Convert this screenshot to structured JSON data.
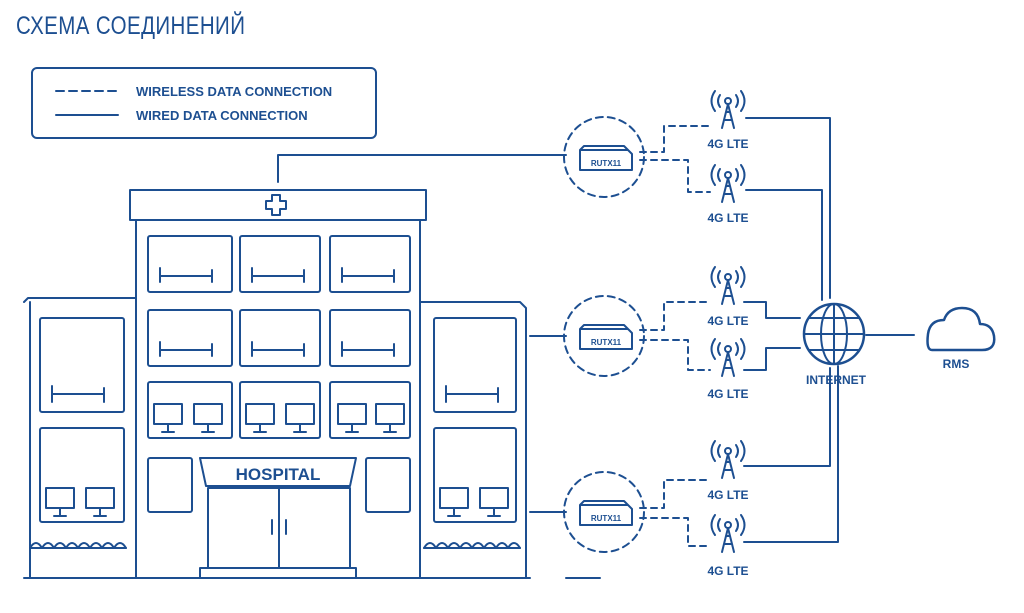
{
  "title": "СХЕМА СОЕДИНЕНИЙ",
  "colors": {
    "primary": "#1d4f91",
    "background": "#ffffff"
  },
  "legend": {
    "wireless": "WIRELESS DATA CONNECTION",
    "wired": "WIRED DATA CONNECTION"
  },
  "hospital": {
    "sign": "HOSPITAL"
  },
  "routers": [
    {
      "label": "RUTX11"
    },
    {
      "label": "RUTX11"
    },
    {
      "label": "RUTX11"
    }
  ],
  "towers": [
    {
      "label": "4G LTE"
    },
    {
      "label": "4G LTE"
    },
    {
      "label": "4G LTE"
    },
    {
      "label": "4G LTE"
    },
    {
      "label": "4G LTE"
    },
    {
      "label": "4G LTE"
    }
  ],
  "internet": {
    "label": "INTERNET"
  },
  "cloud": {
    "label": "RMS"
  }
}
